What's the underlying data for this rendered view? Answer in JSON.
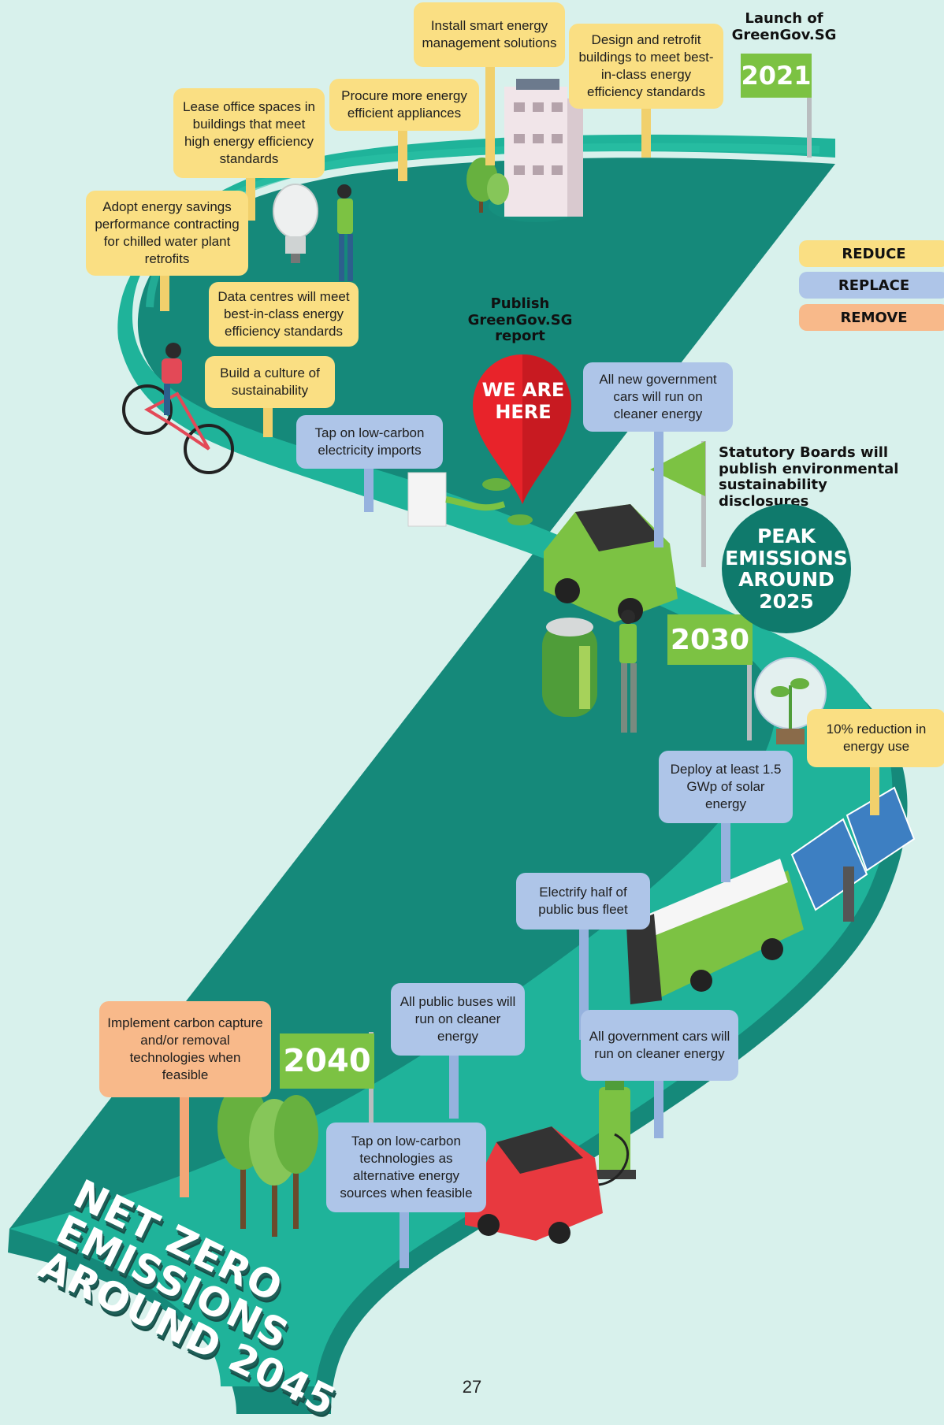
{
  "legend": {
    "reduce": "REDUCE",
    "replace": "REPLACE",
    "remove": "REMOVE"
  },
  "colors": {
    "reduce": "#fadf83",
    "replace": "#aec5e8",
    "remove": "#f8b98a",
    "road": "#1fb39a",
    "background": "#d8f1ec",
    "flag": "#7cc243",
    "pin": "#e8232a"
  },
  "milestones": {
    "launch": "Launch of GreenGov.SG",
    "publish_report": "Publish GreenGov.SG report",
    "statutory": "Statutory Boards will publish environmental sustainability disclosures",
    "peak": "PEAK EMISSIONS AROUND 2025",
    "net_zero": [
      "NET ZERO",
      "EMISSIONS",
      "AROUND 2045"
    ],
    "we_are_here": [
      "WE ARE",
      "HERE"
    ]
  },
  "years": {
    "y2021": "2021",
    "y2030": "2030",
    "y2040": "2040"
  },
  "signs": {
    "smart_energy": "Install smart energy management solutions",
    "retrofit": "Design and retrofit buildings to meet best-in-class energy efficiency standards",
    "procure": "Procure more energy efficient appliances",
    "lease": "Lease office spaces in buildings that meet high energy efficiency standards",
    "chilled_water": "Adopt energy savings performance contracting for chilled water plant retrofits",
    "data_centres": "Data centres will meet best-in-class energy efficiency standards",
    "culture": "Build a culture of sustainability",
    "low_carbon_imports": "Tap on low-carbon electricity imports",
    "new_cars": "All new government cars will run on cleaner energy",
    "reduction": "10% reduction in energy use",
    "solar": "Deploy at least 1.5 GWp of solar energy",
    "buses_half": "Electrify half of public bus fleet",
    "buses_all": "All public buses will run on cleaner energy",
    "gov_cars": "All government cars will run on cleaner energy",
    "carbon_capture": "Implement carbon capture and/or removal technologies when feasible",
    "alt_energy": "Tap on low-carbon technologies as alternative energy sources when feasible"
  },
  "page_number": "27"
}
